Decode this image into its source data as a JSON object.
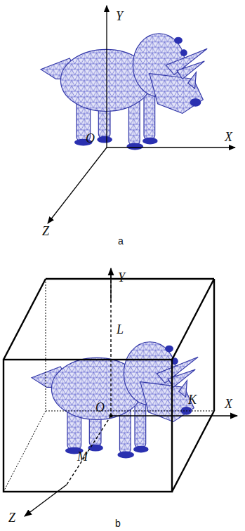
{
  "diagram": {
    "labels": [
      "Y",
      "X",
      "O",
      "Z",
      "a",
      "Y",
      "L",
      "K",
      "X",
      "O",
      "M",
      "Z",
      "b"
    ]
  }
}
